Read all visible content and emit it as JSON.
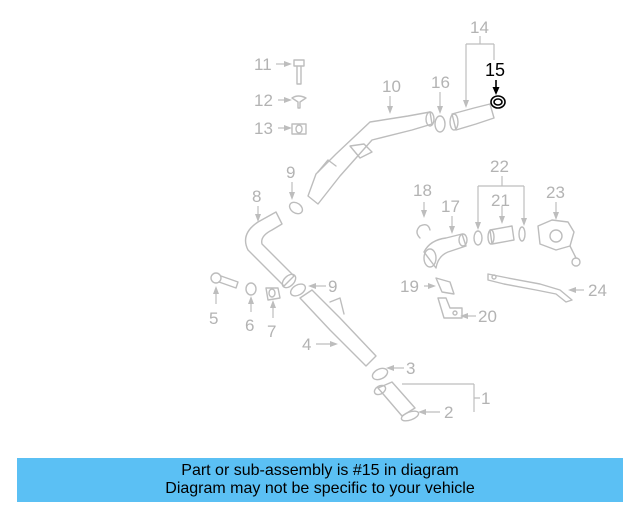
{
  "diagram": {
    "highlight_part": "15",
    "colors": {
      "part_lines": "#bdbdbd",
      "highlight": "#000000",
      "banner": "#5bc0f4"
    },
    "callouts": {
      "c1": "1",
      "c2": "2",
      "c3": "3",
      "c4": "4",
      "c5": "5",
      "c6": "6",
      "c7": "7",
      "c8": "8",
      "c9a": "9",
      "c9b": "9",
      "c10": "10",
      "c11": "11",
      "c12": "12",
      "c13": "13",
      "c14": "14",
      "c15": "15",
      "c16": "16",
      "c17": "17",
      "c18": "18",
      "c19": "19",
      "c20": "20",
      "c21": "21",
      "c22": "22",
      "c23": "23",
      "c24": "24"
    }
  },
  "banner": {
    "line1": "Part or sub-assembly is #15 in diagram",
    "line2": "Diagram may not be specific to your vehicle"
  }
}
